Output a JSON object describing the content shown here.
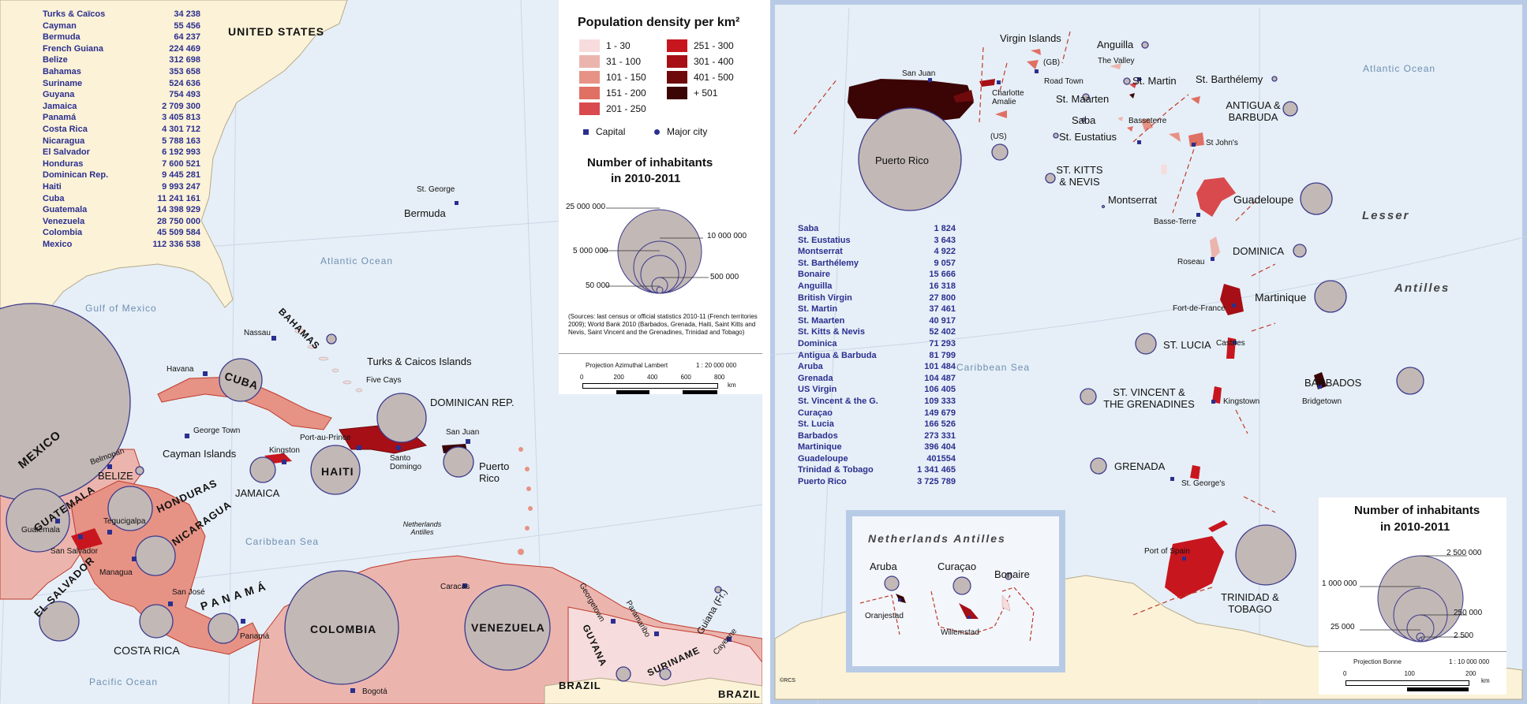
{
  "left_map": {
    "country_labels": {
      "usa": "UNITED STATES",
      "bahamas": "BAHAMAS",
      "cuba": "CUBA",
      "mexico": "MEXICO",
      "belize": "BELIZE",
      "guatemala": "GUATEMALA",
      "honduras": "HONDURAS",
      "nicaragua": "NICARAGUA",
      "el_salvador": "EL SALVADOR",
      "costa_rica": "COSTA RICA",
      "panama": "PANAMÁ",
      "jamaica": "JAMAICA",
      "haiti": "HAITI",
      "dominican": "DOMINICAN REP.",
      "puerto_rico": "Puerto Rico",
      "cayman": "Cayman Islands",
      "turks": "Turks & Caicos Islands",
      "bermuda": "Bermuda",
      "colombia": "COLOMBIA",
      "venezuela": "VENEZUELA",
      "guyana": "GUYANA",
      "suriname": "SURINAME",
      "guiana": "Guiana (Fr.)",
      "brazil1": "BRAZIL",
      "brazil2": "BRAZIL",
      "netherlands": "Netherlands Antilles"
    },
    "city_labels": {
      "st_george": "St. George",
      "nassau": "Nassau",
      "havana": "Havana",
      "five_cays": "Five Cays",
      "george_town": "George Town",
      "kingston": "Kingston",
      "port_au_prince": "Port-au-Prince",
      "santo_domingo": "Santo Domingo",
      "san_juan": "San Juan",
      "belmopan": "Belmopan",
      "guatemala": "Guatemala",
      "tegucigalpa": "Tegucigalpa",
      "san_salvador": "San Salvador",
      "managua": "Managua",
      "san_jose": "San José",
      "panama": "Panamá",
      "caracas": "Caracas",
      "bogota": "Bogotá",
      "georgetown": "Georgetown",
      "paramaribo": "Paramaribo",
      "cayenne": "Cayenne"
    },
    "oceans": {
      "atlantic": "Atlantic Ocean",
      "gulf": "Gulf of Mexico",
      "caribbean": "Caribbean Sea",
      "pacific": "Pacific Ocean"
    },
    "population_table": [
      [
        "Turks & Caïcos",
        "34 238"
      ],
      [
        "Cayman",
        "55 456"
      ],
      [
        "Bermuda",
        "64 237"
      ],
      [
        "French Guiana",
        "224 469"
      ],
      [
        "Belize",
        "312 698"
      ],
      [
        "Bahamas",
        "353 658"
      ],
      [
        "Suriname",
        "524 636"
      ],
      [
        "Guyana",
        "754 493"
      ],
      [
        "Jamaica",
        "2 709 300"
      ],
      [
        "Panamá",
        "3 405 813"
      ],
      [
        "Costa Rica",
        "4 301 712"
      ],
      [
        "Nicaragua",
        "5 788 163"
      ],
      [
        "El Salvador",
        "6 192 993"
      ],
      [
        "Honduras",
        "7 600 521"
      ],
      [
        "Dominican Rep.",
        "9 445 281"
      ],
      [
        "Haiti",
        "9 993 247"
      ],
      [
        "Cuba",
        "11 241 161"
      ],
      [
        "Guatemala",
        "14 398 929"
      ],
      [
        "Venezuela",
        "28 750 000"
      ],
      [
        "Colombia",
        "45 509 584"
      ],
      [
        "Mexico",
        "112 336 538"
      ]
    ],
    "legend": {
      "density_title": "Population density per km²",
      "density_classes": [
        {
          "label": "1 - 30",
          "color": "#f6dcdc"
        },
        {
          "label": "31 - 100",
          "color": "#ebb5ae"
        },
        {
          "label": "101 - 150",
          "color": "#e69386"
        },
        {
          "label": "151 - 200",
          "color": "#e07064"
        },
        {
          "label": "201 - 250",
          "color": "#d84a4d"
        },
        {
          "label": "251 - 300",
          "color": "#c8161e"
        },
        {
          "label": "301 - 400",
          "color": "#a60f16"
        },
        {
          "label": "401 - 500",
          "color": "#6e0a0c"
        },
        {
          "label": "+ 501",
          "color": "#3b0405"
        }
      ],
      "capital_label": "Capital",
      "major_city_label": "Major city",
      "inhabitants_title_1": "Number of inhabitants",
      "inhabitants_title_2": "in 2010-2011",
      "circle_values": [
        "25 000 000",
        "10 000 000",
        "5 000 000",
        "500 000",
        "50 000"
      ],
      "sources": "(Sources: last census or official statistics 2010-11 (French territories 2009); World Bank 2010 (Barbados, Grenada, Haiti, Saint Kitts and Nevis, Saint Vincent and the Grenadines, Trinidad and Tobago)",
      "projection": "Projection Azimuthal Lambert",
      "scale_ratio": "1 : 20 000 000",
      "scale_ticks": [
        "0",
        "200",
        "400",
        "600",
        "800"
      ],
      "scale_unit": "km"
    }
  },
  "right_map": {
    "labels": {
      "virgin": "Virgin Islands",
      "gb": "(GB)",
      "us": "(US)",
      "road_town": "Road Town",
      "charlotte": "Charlotte Amalie",
      "san_juan": "San Juan",
      "puerto_rico": "Puerto Rico",
      "anguilla": "Anguilla",
      "the_valley": "The Valley",
      "st_martin": "St. Martin",
      "st_barth": "St. Barthélemy",
      "st_maarten": "St. Maarten",
      "saba": "Saba",
      "st_eustatius": "St. Eustatius",
      "basseterre": "Basseterre",
      "antigua": "ANTIGUA & BARBUDA",
      "st_johns": "St John's",
      "st_kitts": "ST. KITTS & NEVIS",
      "montserrat": "Montserrat",
      "guadeloupe": "Guadeloupe",
      "basse_terre": "Basse-Terre",
      "lesser": "Lesser",
      "antilles": "Antilles",
      "dominica": "DOMINICA",
      "roseau": "Roseau",
      "martinique": "Martinique",
      "fort_de_france": "Fort-de-France",
      "st_lucia": "ST. LUCIA",
      "castries": "Castries",
      "barbados": "BARBADOS",
      "bridgetown": "Bridgetown",
      "st_vincent": "ST. VINCENT & THE GRENADINES",
      "kingstown": "Kingstown",
      "grenada": "GRENADA",
      "st_georges": "St. George's",
      "port_of_spain": "Port of Spain",
      "trinidad": "TRINIDAD & TOBAGO",
      "atlantic": "Atlantic Ocean",
      "caribbean": "Caribbean Sea",
      "copyright": "©RCS",
      "inset_title": "Netherlands Antilles",
      "aruba": "Aruba",
      "curacao": "Curaçao",
      "bonaire": "Bonaire",
      "oranjestad": "Oranjestad",
      "willemstad": "Willemstad"
    },
    "population_table": [
      [
        "Saba",
        "1 824"
      ],
      [
        "St. Eustatius",
        "3 643"
      ],
      [
        "Montserrat",
        "4 922"
      ],
      [
        "St. Barthélemy",
        "9 057"
      ],
      [
        "Bonaire",
        "15 666"
      ],
      [
        "Anguilla",
        "16 318"
      ],
      [
        "British Virgin",
        "27 800"
      ],
      [
        "St. Martin",
        "37 461"
      ],
      [
        "St. Maarten",
        "40 917"
      ],
      [
        "St. Kitts & Nevis",
        "52 402"
      ],
      [
        "Dominica",
        "71 293"
      ],
      [
        "Antigua & Barbuda",
        "81 799"
      ],
      [
        "Aruba",
        "101 484"
      ],
      [
        "Grenada",
        "104 487"
      ],
      [
        "US Virgin",
        "106 405"
      ],
      [
        "St. Vincent & the G.",
        "109 333"
      ],
      [
        "Curaçao",
        "149 679"
      ],
      [
        "St. Lucia",
        "166 526"
      ],
      [
        "Barbados",
        "273 331"
      ],
      [
        "Martinique",
        "396 404"
      ],
      [
        "Guadeloupe",
        "401554"
      ],
      [
        "Trinidad & Tobago",
        "1 341 465"
      ],
      [
        "Puerto Rico",
        "3 725 789"
      ]
    ],
    "legend": {
      "title_1": "Number of inhabitants",
      "title_2": "in 2010-2011",
      "circle_values": [
        "2 500 000",
        "1 000 000",
        "250 000",
        "25 000",
        "2 500"
      ],
      "projection": "Projection Bonne",
      "scale_ratio": "1 : 10 000 000",
      "scale_ticks": [
        "0",
        "100",
        "200"
      ],
      "scale_unit": "km"
    }
  },
  "colors": {
    "sea": "#e6eff7",
    "land": "#fbf2d7",
    "circle_fill": "#c2b8b6",
    "circle_stroke": "#3d3a8c",
    "table_text": "#2b2f8f",
    "capital": "#2b2f8f",
    "border_red": "#c0392b",
    "frame": "#b8cbe6"
  }
}
